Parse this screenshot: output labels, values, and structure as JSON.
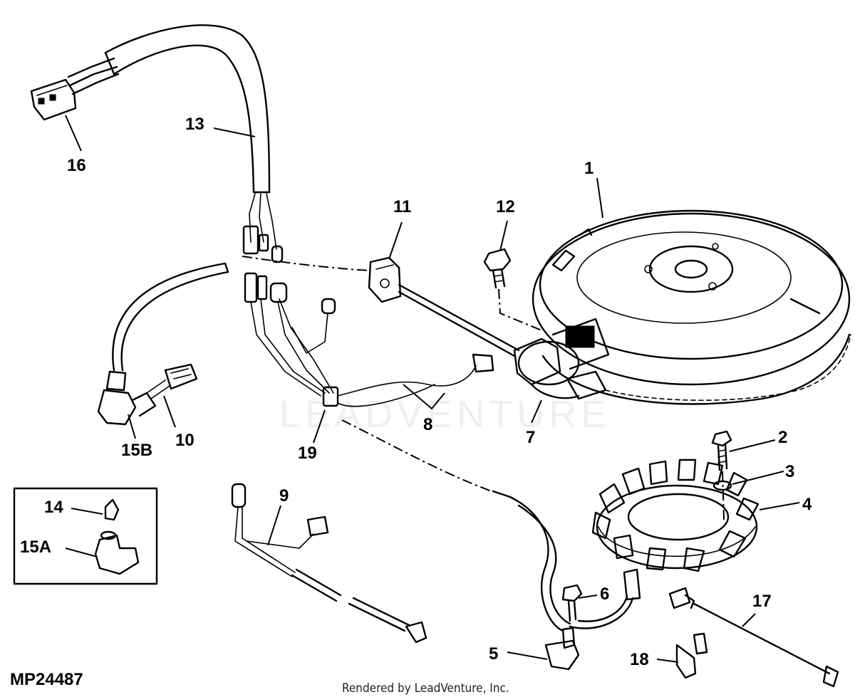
{
  "figure_id": "MP24487",
  "credit": "Rendered by LeadVenture, Inc.",
  "watermark": "LEADVENTURE",
  "callouts": {
    "c1": "1",
    "c2": "2",
    "c3": "3",
    "c4": "4",
    "c5": "5",
    "c6": "6",
    "c7": "7",
    "c8": "8",
    "c9": "9",
    "c10": "10",
    "c11": "11",
    "c12": "12",
    "c13": "13",
    "c14": "14",
    "c15a": "15A",
    "c15b": "15B",
    "c16": "16",
    "c17": "17",
    "c18": "18",
    "c19": "19"
  }
}
